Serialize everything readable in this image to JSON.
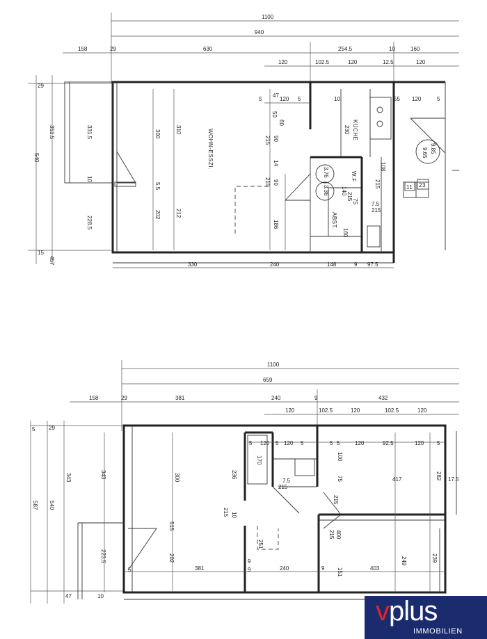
{
  "top_plan": {
    "dims_top": [
      "1100",
      "940",
      "158",
      "29",
      "630",
      "254.5",
      "10",
      "160",
      "120",
      "102.5",
      "120",
      "12.5",
      "120"
    ],
    "dims_left": [
      "29",
      "351.5",
      "540",
      "331.5",
      "10",
      "228.5",
      "15",
      "457"
    ],
    "dims_inner": [
      "300",
      "310",
      "5.5",
      "202",
      "212",
      "5",
      "47",
      "120",
      "5",
      "50",
      "60",
      "215",
      "90",
      "14",
      "90",
      "215",
      "186",
      "230",
      "7.5",
      "215",
      "140",
      "215",
      "75",
      "160",
      "108",
      "215",
      "55",
      "120",
      "10",
      "5"
    ],
    "dims_bottom": [
      "330",
      "240",
      "148",
      "9",
      "97.5"
    ],
    "rooms": [
      "WOHN-ESSZI.",
      "KÜCHE",
      "W.F",
      "ABST."
    ],
    "unit_numbers": [
      "23",
      "11"
    ],
    "areas": [
      "9.85",
      "9.65",
      "3.76",
      "3.36"
    ]
  },
  "bottom_plan": {
    "dims_top": [
      "1100",
      "659",
      "158",
      "29",
      "381",
      "240",
      "9",
      "432",
      "120",
      "102.5",
      "120",
      "102.5",
      "120"
    ],
    "dims_left": [
      "5",
      "29",
      "343",
      "587",
      "540",
      "343",
      "223.5",
      "47",
      "10"
    ],
    "dims_inner": [
      "5",
      "120",
      "5",
      "5",
      "120",
      "5",
      "5",
      "120",
      "92.5",
      "120",
      "5",
      "170",
      "236",
      "7.5",
      "215",
      "300",
      "100",
      "75",
      "417",
      "282",
      "17.5",
      "215",
      "10",
      "215",
      "515",
      "202",
      "251",
      "215",
      "400",
      "249",
      "239",
      "5",
      "9",
      "151"
    ],
    "dims_bottom": [
      "381",
      "9",
      "240",
      "9",
      "403"
    ]
  },
  "logo": {
    "brand_v": "v",
    "brand_plus": "plus",
    "subtitle": "IMMOBILIEN"
  }
}
